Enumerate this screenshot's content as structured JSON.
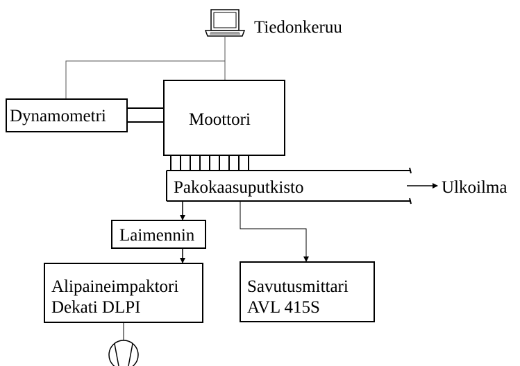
{
  "labels": {
    "data_collection": "Tiedonkeruu",
    "dynamometer": "Dynamometri",
    "engine": "Moottori",
    "exhaust_pipe": "Pakokaasuputkisto",
    "outside_air": "Ulkoilma",
    "diluter": "Laimennin",
    "impactor_line1": "Alipaineimpaktori",
    "impactor_line2": "Dekati DLPI",
    "smoke_meter_line1": "Savutusmittari",
    "smoke_meter_line2": "AVL 415S"
  },
  "icons": {
    "computer": "laptop-icon",
    "pump": "pump-icon"
  },
  "colors": {
    "line": "#000000",
    "thin_line": "#555555"
  }
}
